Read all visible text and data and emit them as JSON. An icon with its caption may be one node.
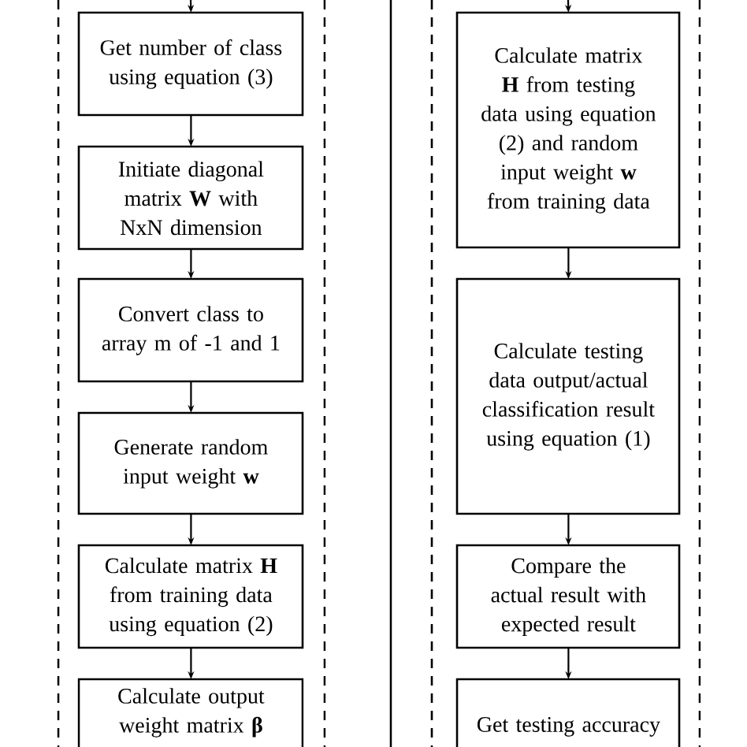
{
  "diagram": {
    "nodes": [
      {
        "text": [
          "Get number of class using equation (3)"
        ]
      },
      {
        "text": [
          "Initiate diagonal matrix **W** with NxN dimension"
        ]
      },
      {
        "text": [
          "Convert class to array m of -1 and 1"
        ]
      },
      {
        "text": [
          "Generate random input weight **w**"
        ]
      },
      {
        "text": [
          "Calculate matrix **H** from training data using equation (2)"
        ]
      },
      {
        "text": [
          "Calculate output weight matrix **β**"
        ]
      },
      {
        "text": [
          "Calculate matrix **H** from testing data using equation (2) and random input weight **w** from training data"
        ]
      },
      {
        "text": [
          "Calculate testing data output/actual classification result using equation (1)"
        ]
      },
      {
        "text": [
          "Compare the actual result with expected result"
        ]
      },
      {
        "text": [
          "Get testing accuracy"
        ]
      }
    ],
    "edges": [
      {
        "from": null,
        "to": 0,
        "arrow": "to"
      },
      {
        "from": 0,
        "to": 1,
        "arrow": "to"
      },
      {
        "from": 1,
        "to": 2,
        "arrow": "to"
      },
      {
        "from": 2,
        "to": 3,
        "arrow": "to"
      },
      {
        "from": 3,
        "to": 4,
        "arrow": "to"
      },
      {
        "from": 4,
        "to": 5,
        "arrow": "to"
      },
      {
        "from": null,
        "to": 6,
        "arrow": "to"
      },
      {
        "from": 6,
        "to": 7,
        "arrow": "to"
      },
      {
        "from": 7,
        "to": 8,
        "arrow": "to"
      },
      {
        "from": 8,
        "to": 9,
        "arrow": "to"
      }
    ]
  }
}
